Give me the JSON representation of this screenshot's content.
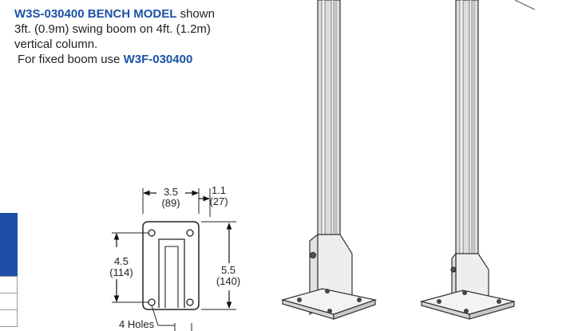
{
  "description": {
    "model_code": "W3S-030400",
    "model_label": "BENCH MODEL",
    "shown_word": "shown",
    "line2": "3ft. (0.9m) swing boom on 4ft. (1.2m)",
    "line3": "vertical column.",
    "fixed_text": "For fixed boom use",
    "fixed_code": "W3F-030400"
  },
  "base_plate_dimensions": {
    "width_in": "3.5",
    "width_mm": "(89)",
    "offset_in": "1.1",
    "offset_mm": "(27)",
    "hole_spacing_in": "4.5",
    "hole_spacing_mm": "(114)",
    "length_in": "5.5",
    "length_mm": "(140)",
    "holes_label": "4 Holes"
  },
  "colors": {
    "accent": "#1a52a8",
    "table_header": "#1d4fa6"
  }
}
